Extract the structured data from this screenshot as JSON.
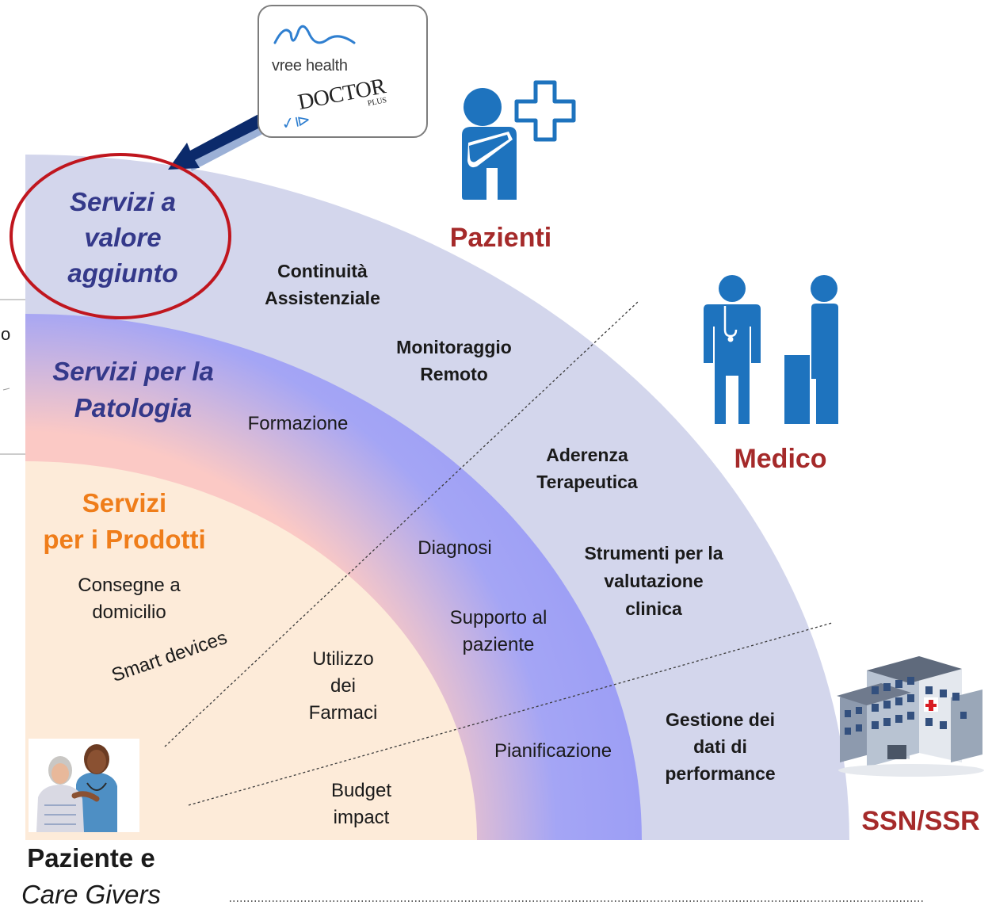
{
  "rings": {
    "outer": {
      "title_lines": [
        "Servizi a",
        "valore",
        "aggiunto"
      ]
    },
    "middle": {
      "title_lines": [
        "Servizi per la",
        "Patologia"
      ]
    },
    "inner": {
      "title_lines": [
        "Servizi",
        "per i Prodotti"
      ]
    }
  },
  "services": {
    "continuita": [
      "Continuità",
      "Assistenziale"
    ],
    "monitoraggio": [
      "Monitoraggio",
      "Remoto"
    ],
    "aderenza": [
      "Aderenza",
      "Terapeutica"
    ],
    "strumenti": [
      "Strumenti per la",
      "valutazione",
      "clinica"
    ],
    "gestione": [
      "Gestione dei",
      "dati di",
      "performance"
    ],
    "formazione": [
      "Formazione"
    ],
    "diagnosi": [
      "Diagnosi"
    ],
    "supporto": [
      "Supporto al",
      "paziente"
    ],
    "pianificazione": [
      "Pianificazione"
    ],
    "consegne": [
      "Consegne a",
      "domicilio"
    ],
    "smart_devices": "Smart devices",
    "utilizzo": [
      "Utilizzo",
      "dei",
      "Farmaci"
    ],
    "budget": [
      "Budget",
      "impact"
    ]
  },
  "actors": {
    "pazienti": "Pazienti",
    "medico": "Medico",
    "ssn": "SSN/SSR",
    "caregivers_line1": "Paziente e",
    "caregivers_line2": "Care Givers"
  },
  "callout": {
    "brand1": "vree health",
    "brand2": "DOCTOR",
    "brand2_sub": "PLUS"
  },
  "edge_fragment": "o",
  "colors": {
    "outer_ring": "#d3d6ec",
    "middle_ring": "#9c9ef5",
    "middle_glow": "#fbc9c5",
    "inner": "#fdebd9",
    "title_navy": "#34398a",
    "title_orange": "#ef7d1a",
    "actor_red": "#a52a2a",
    "icon_blue": "#1e73be",
    "highlight_red": "#c0161e"
  }
}
